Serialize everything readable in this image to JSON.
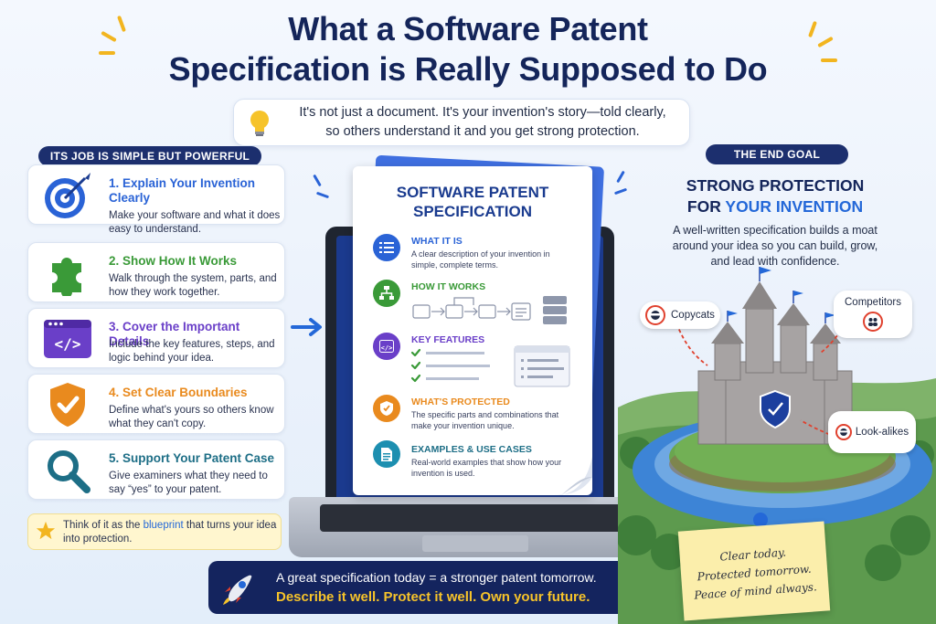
{
  "title": {
    "line1": "What a Software Patent",
    "line2": "Specification is Really Supposed to Do"
  },
  "subtitle": {
    "line1": "It's not just a document. It's your invention's story—told clearly,",
    "line2": "so others understand it and you get strong protection.",
    "icon": "lightbulb-icon"
  },
  "left": {
    "header": "ITS JOB IS SIMPLE BUT POWERFUL",
    "steps": [
      {
        "title": "1. Explain Your Invention Clearly",
        "desc": "Make your software and what it does easy to understand.",
        "icon": "target-icon",
        "color": "#2a63d6"
      },
      {
        "title": "2. Show How It Works",
        "desc": "Walk through the system, parts, and how they work together.",
        "icon": "puzzle-icon",
        "color": "#3a9a38"
      },
      {
        "title": "3. Cover the Important Details",
        "desc": "Include the key features, steps, and logic behind your idea.",
        "icon": "code-window-icon",
        "color": "#6a3fc8"
      },
      {
        "title": "4. Set Clear Boundaries",
        "desc": "Define what's yours so others know what they can't copy.",
        "icon": "shield-check-icon",
        "color": "#e98a1e"
      },
      {
        "title": "5. Support Your Patent Case",
        "desc": "Give examiners what they need to say “yes” to your patent.",
        "icon": "magnifier-icon",
        "color": "#1d6e86"
      }
    ],
    "tip": {
      "pre": "Think of it as the ",
      "highlight": "blueprint",
      "post": " that turns your idea into protection.",
      "icon": "star-icon"
    }
  },
  "document": {
    "title_line1": "SOFTWARE PATENT",
    "title_line2": "SPECIFICATION",
    "sections": [
      {
        "heading": "WHAT IT IS",
        "desc": "A clear description of your invention in simple, complete terms.",
        "icon": "list-icon",
        "color": "#2a63d6"
      },
      {
        "heading": "HOW IT WORKS",
        "desc": "",
        "icon": "flowchart-icon",
        "color": "#3a9a38"
      },
      {
        "heading": "KEY FEATURES",
        "desc": "",
        "icon": "code-icon",
        "color": "#6a3fc8"
      },
      {
        "heading": "WHAT'S PROTECTED",
        "desc": "The specific parts and combinations that make your invention unique.",
        "icon": "shield-icon",
        "color": "#e98a1e"
      },
      {
        "heading": "EXAMPLES & USE CASES",
        "desc": "Real-world examples that show how your invention is used.",
        "icon": "document-icon",
        "color": "#1d8fb0"
      }
    ]
  },
  "banner": {
    "line1": "A great specification today = a stronger patent tomorrow.",
    "line2": "Describe it well. Protect it well. Own your future.",
    "icon": "rocket-icon"
  },
  "right": {
    "header": "THE END GOAL",
    "title_line1": "STRONG PROTECTION",
    "title_line2_pre": "FOR ",
    "title_line2_blue": "YOUR INVENTION",
    "desc": "A well-written specification builds a moat around your idea so you can build, grow, and lead with confidence.",
    "tags": [
      {
        "label": "Copycats",
        "icon": "masked-face-icon"
      },
      {
        "label": "Competitors",
        "icon": "people-icon"
      },
      {
        "label": "Look-alikes",
        "icon": "masked-face-icon"
      }
    ],
    "note": [
      "Clear today.",
      "Protected tomorrow.",
      "Peace of mind always."
    ],
    "colors": {
      "navy": "#14255a",
      "accent_blue": "#2468d8",
      "yellow": "#f6c32a",
      "warning_red": "#e0412e"
    }
  }
}
